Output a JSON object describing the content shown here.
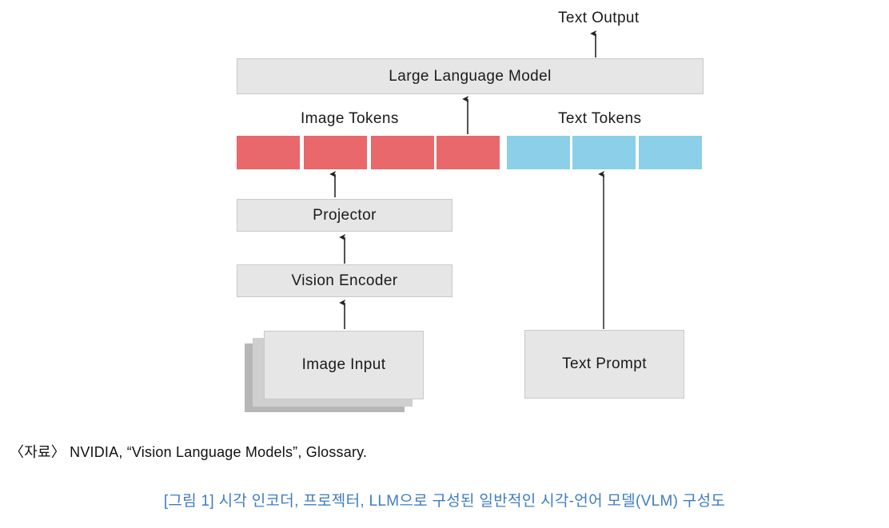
{
  "diagram": {
    "title_label": "Text Output",
    "blocks": {
      "llm": "Large Language Model",
      "projector": "Projector",
      "vision_encoder": "Vision Encoder",
      "image_input": "Image Input",
      "text_prompt": "Text Prompt"
    },
    "group_labels": {
      "image_tokens": "Image Tokens",
      "text_tokens": "Text Tokens"
    },
    "tokens": {
      "image": [
        {
          "index": 1,
          "color": "#e8686b"
        },
        {
          "index": 2,
          "color": "#e8686b"
        },
        {
          "index": 3,
          "color": "#e8686b"
        },
        {
          "index": 4,
          "color": "#e8686b"
        }
      ],
      "text": [
        {
          "index": 1,
          "color": "#8ccfe8"
        },
        {
          "index": 2,
          "color": "#8ccfe8"
        },
        {
          "index": 3,
          "color": "#8ccfe8"
        }
      ]
    },
    "colors": {
      "image_token": "#e8686b",
      "text_token": "#8ccfe8",
      "block_fill": "#e6e6e6",
      "block_border": "#c9c9c9",
      "arrow": "#333333",
      "caption": "#3f7cc0"
    },
    "flow": [
      {
        "from": "image_input",
        "to": "vision_encoder"
      },
      {
        "from": "vision_encoder",
        "to": "projector"
      },
      {
        "from": "projector",
        "to": "image_tokens"
      },
      {
        "from": "image_tokens",
        "to": "llm"
      },
      {
        "from": "text_prompt",
        "to": "text_tokens"
      },
      {
        "from": "llm",
        "to": "text_output"
      }
    ]
  },
  "source_note": "〈자료〉 NVIDIA, “Vision Language Models”, Glossary.",
  "caption": "[그림 1] 시각 인코더, 프로젝터, LLM으로 구성된 일반적인 시각-언어 모델(VLM) 구성도"
}
